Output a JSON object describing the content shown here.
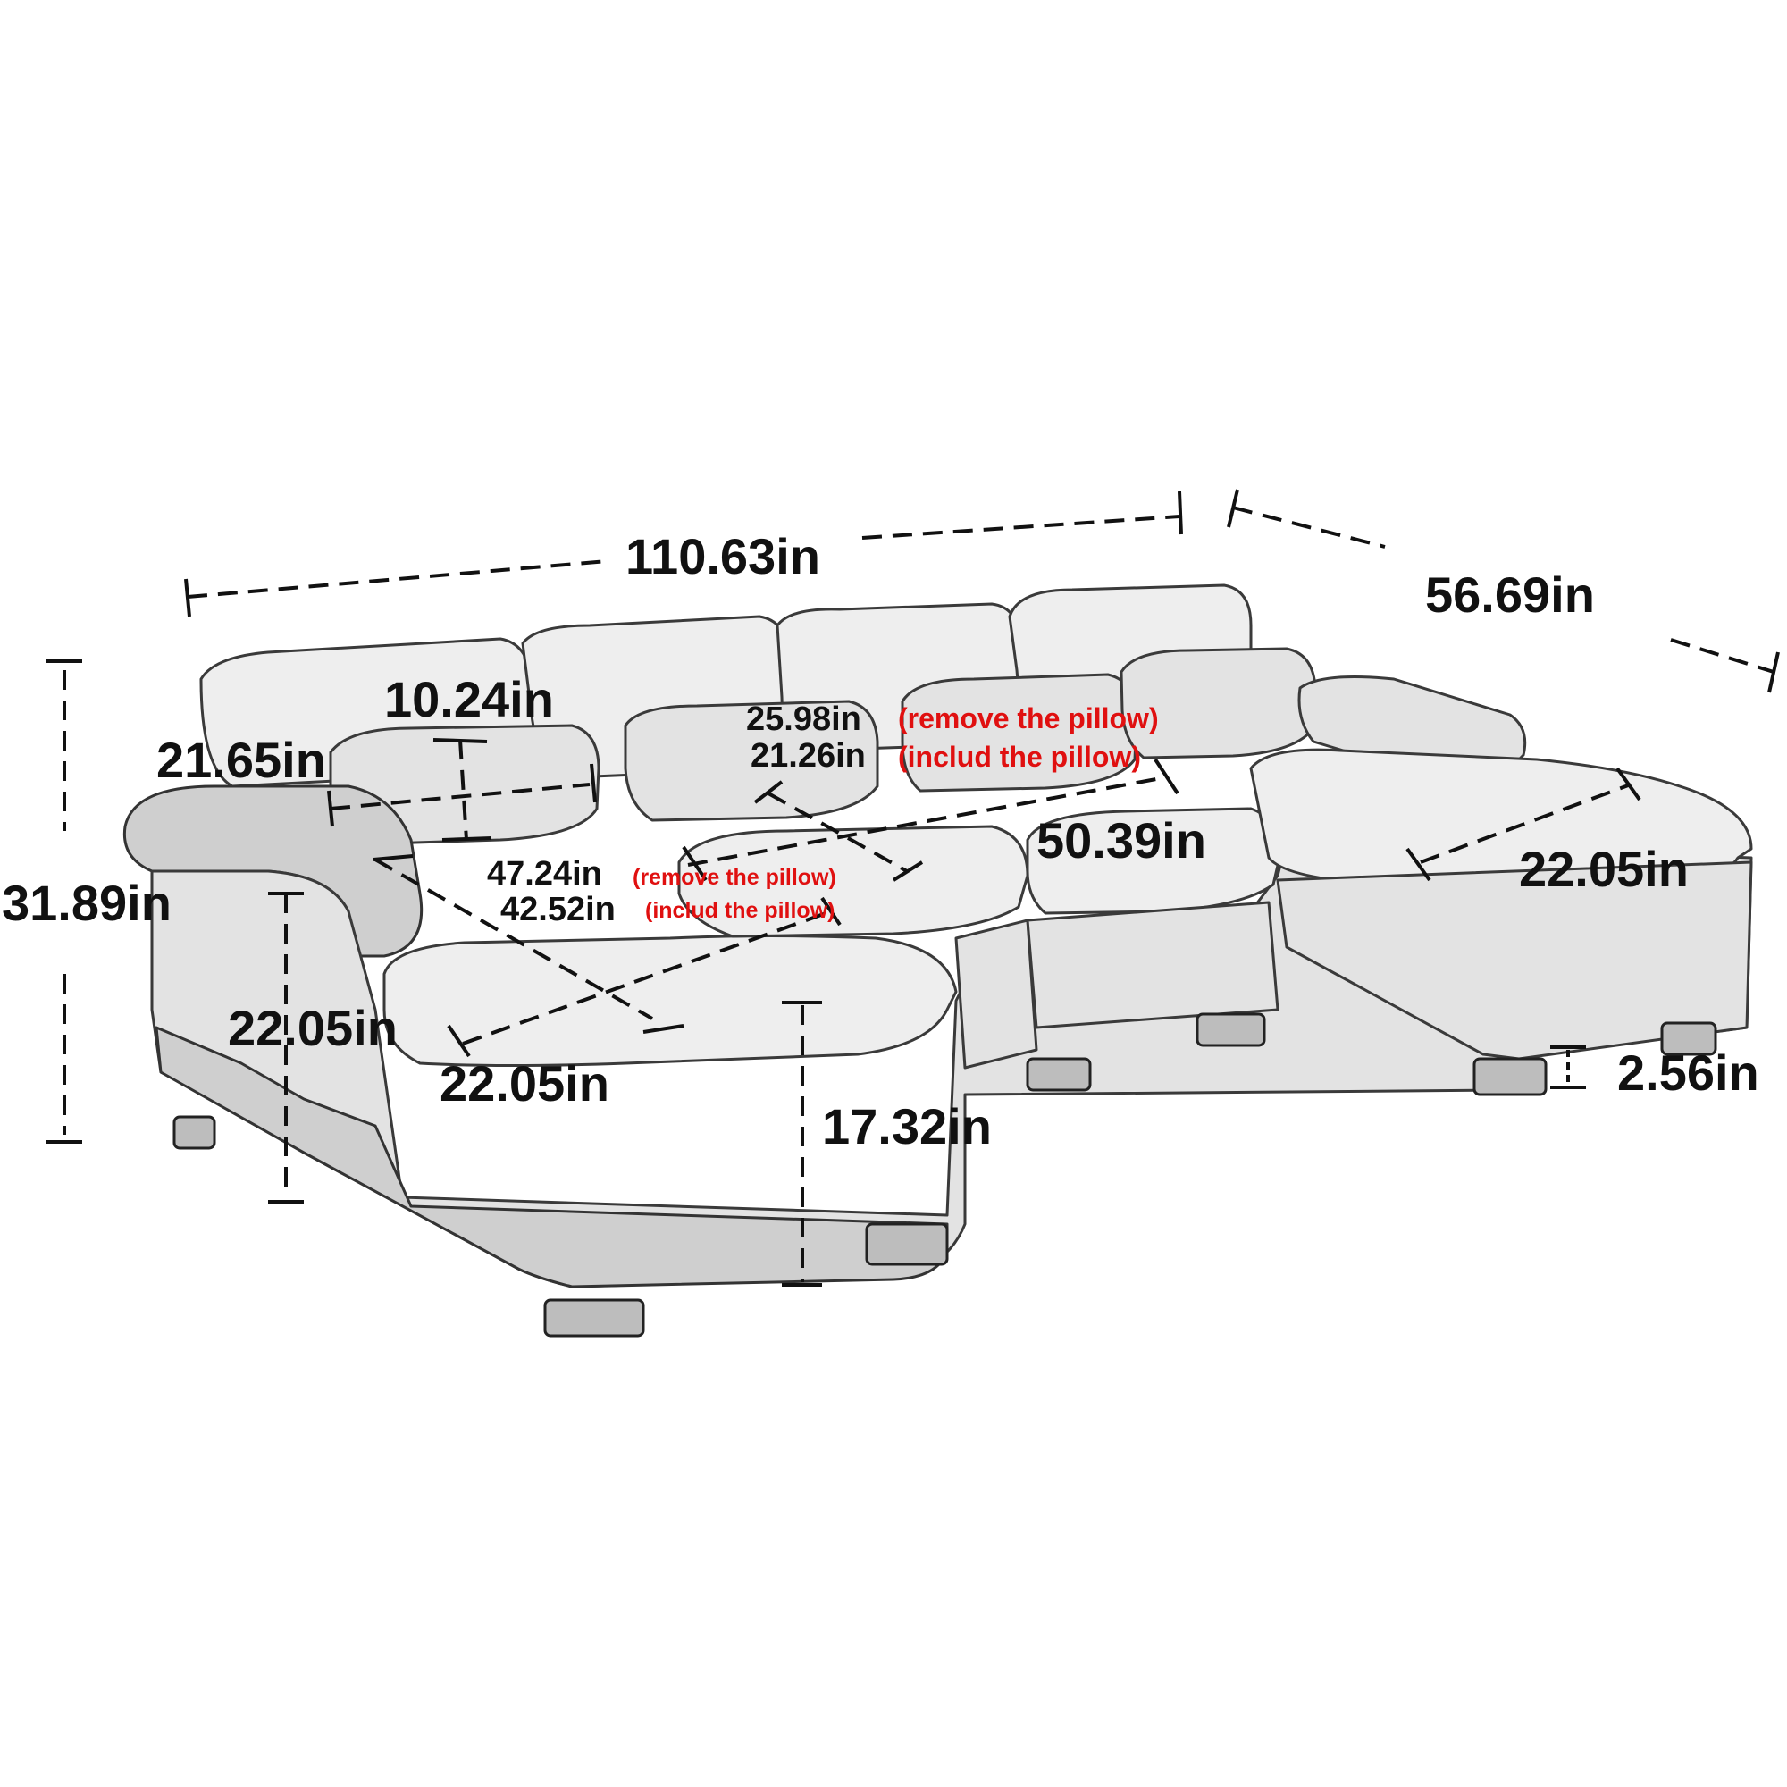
{
  "dimensions": {
    "overall_width": "110.63in",
    "overall_depth": "56.69in",
    "overall_height": "31.89in",
    "pillow_height": "10.24in",
    "arm_width": "21.65in",
    "back_height_remove_pillow": "25.98in",
    "back_height_remove_pillow_note": "(remove the pillow)",
    "back_height_include_pillow": "21.26in",
    "back_height_include_pillow_note": "(includ the pillow)",
    "seat_span": "50.39in",
    "seat_depth_remove_pillow": "47.24in",
    "seat_depth_remove_pillow_note": "(remove the pillow)",
    "seat_depth_include_pillow": "42.52in",
    "seat_depth_include_pillow_note": "(includ the pillow)",
    "chaise_width_right": "22.05in",
    "arm_height": "22.05in",
    "chaise_width_left": "22.05in",
    "seat_height": "17.32in",
    "leg_height": "2.56in"
  },
  "colors": {
    "label": "#111111",
    "note": "#e01010",
    "sofa_fill": "#e3e3e3"
  }
}
